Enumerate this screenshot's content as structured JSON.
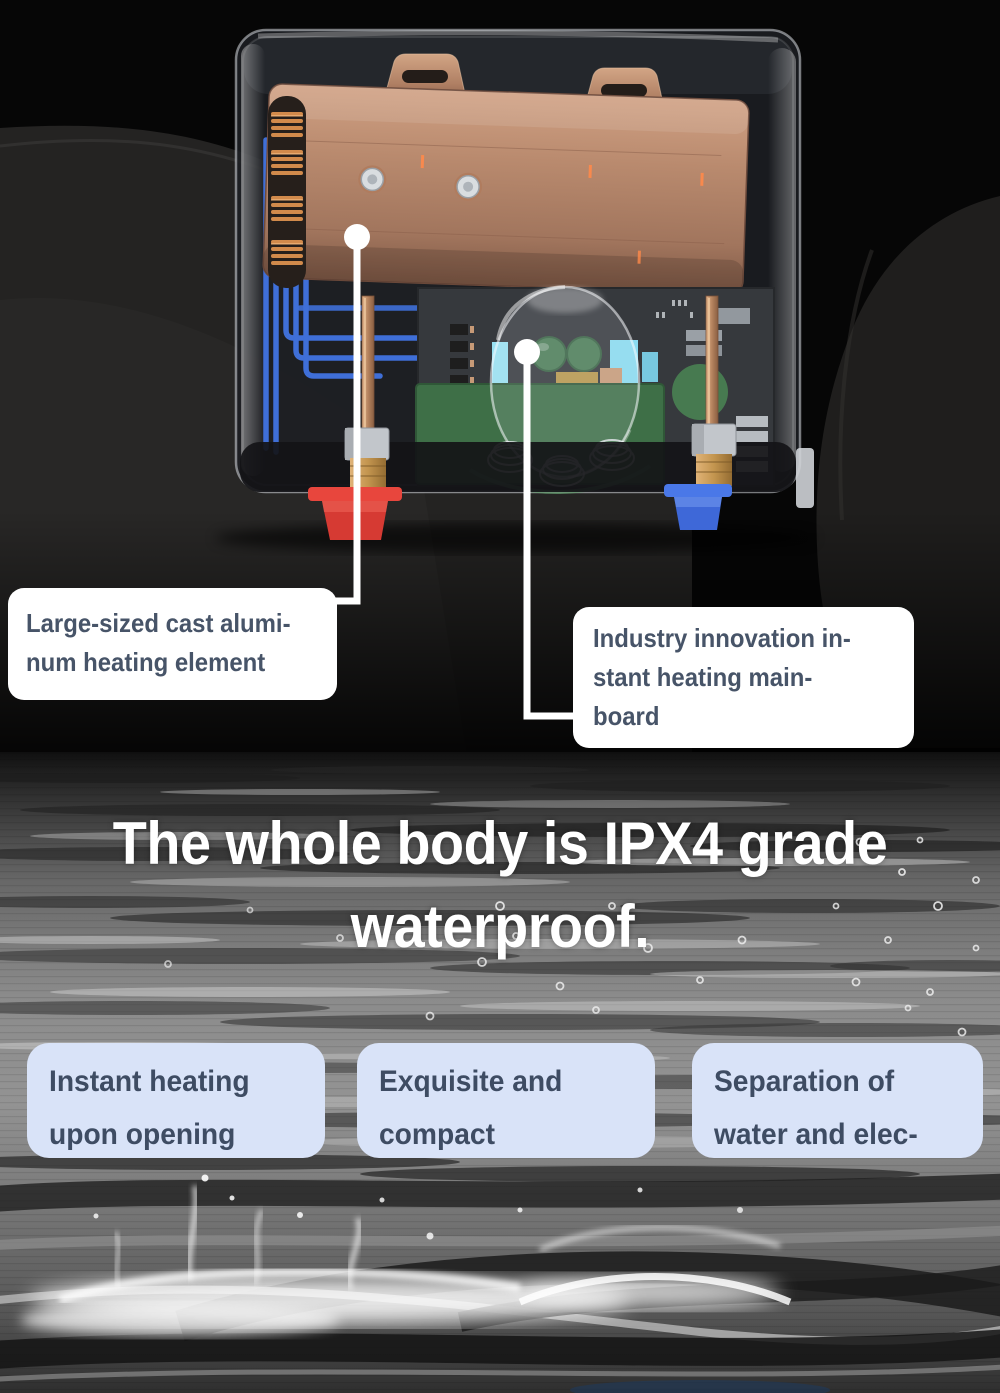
{
  "product": {
    "name": "transparent instant water heater cutaway",
    "parts": [
      "cast aluminum heating element",
      "instant heating mainboard",
      "hot water connector",
      "cold water connector",
      "mounting brackets",
      "heating coils",
      "glass lens",
      "green pcb"
    ]
  },
  "callouts": {
    "heating_element": {
      "lines": [
        "Large-sized cast alumi-",
        "num heating element"
      ]
    },
    "mainboard": {
      "lines": [
        "Industry innovation in-",
        "stant heating main-",
        "board"
      ]
    }
  },
  "headline": {
    "lines": [
      "The whole body is IPX4 grade",
      "waterproof."
    ]
  },
  "features": [
    {
      "lines": [
        "Instant heating",
        "upon opening"
      ]
    },
    {
      "lines": [
        "Exquisite and",
        "compact"
      ]
    },
    {
      "lines": [
        "Separation of",
        "water and elec-"
      ]
    }
  ],
  "colors": {
    "callout_bg": "#ffffff",
    "callout_text": "#475468",
    "feature_bg": "#d9e3f8",
    "feature_text": "#3e4c63",
    "headline_text": "#ffffff",
    "copper_plate": "#b98a6e",
    "pcb_green": "#3e6f47",
    "wire_blue": "#3f6fd8",
    "hot_connector_red": "#e04038",
    "cold_connector_blue": "#4a78e8"
  }
}
